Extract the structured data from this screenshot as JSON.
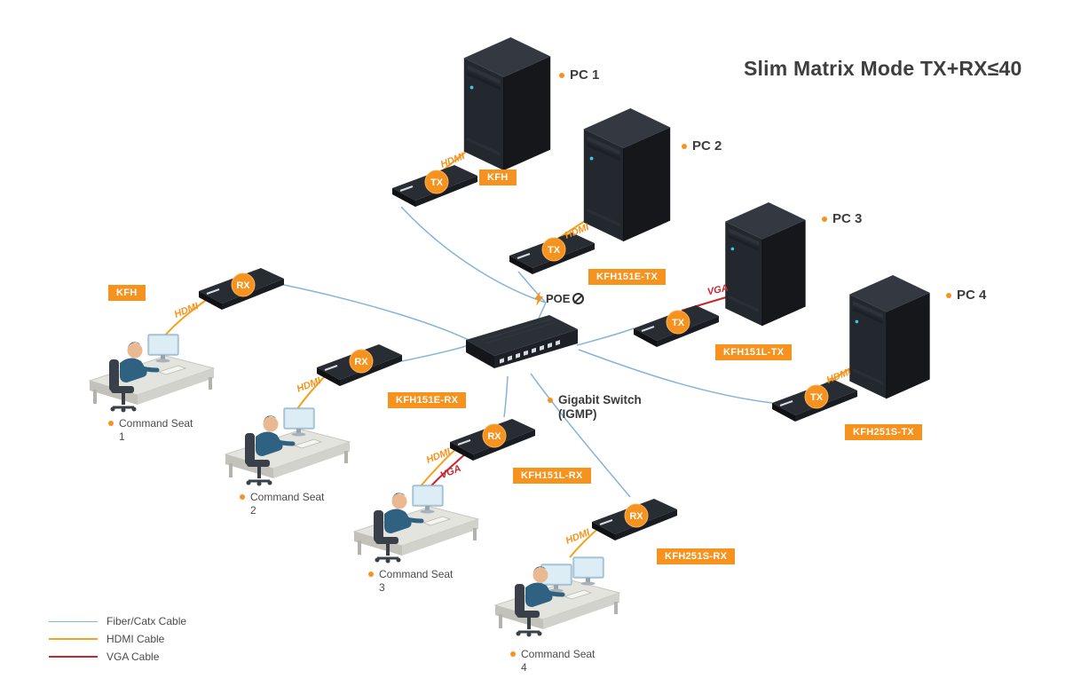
{
  "title": "Slim Matrix Mode TX+RX≤40",
  "pcs": [
    {
      "label": "PC 1"
    },
    {
      "label": "PC 2"
    },
    {
      "label": "PC 3"
    },
    {
      "label": "PC 4"
    }
  ],
  "tx_units": [
    {
      "device": "TX",
      "badge": "KFH",
      "cable_label": "HDMI"
    },
    {
      "device": "TX",
      "badge": "KFH151E-TX",
      "cable_label": "HDMI"
    },
    {
      "device": "TX",
      "badge": "KFH151L-TX",
      "cable_label": "VGA"
    },
    {
      "device": "TX",
      "badge": "KFH251S-TX",
      "cable_label": "HDMI"
    }
  ],
  "rx_units": [
    {
      "device": "RX",
      "badge": "KFH",
      "cable_label": "HDMI"
    },
    {
      "device": "RX",
      "badge": "KFH151E-RX",
      "cable_label": "HDMI"
    },
    {
      "device": "RX",
      "badge": "KFH151L-RX",
      "cable_label": "HDMI",
      "cable_label2": "VGA"
    },
    {
      "device": "RX",
      "badge": "KFH251S-RX",
      "cable_label": "HDMI"
    }
  ],
  "switch": {
    "label": "Gigabit Switch",
    "sublabel": "(IGMP)",
    "poe_label": "POE"
  },
  "seats": [
    {
      "label": "Command Seat",
      "number": "1"
    },
    {
      "label": "Command Seat",
      "number": "2"
    },
    {
      "label": "Command Seat",
      "number": "3"
    },
    {
      "label": "Command Seat",
      "number": "4"
    }
  ],
  "legend": [
    {
      "label": "Fiber/Catx Cable",
      "color": "#85b3da"
    },
    {
      "label": "HDMI Cable",
      "color": "#f2a21b"
    },
    {
      "label": "VGA Cable",
      "color": "#c9252c"
    }
  ],
  "colors": {
    "accent_orange": "#f6921e",
    "vga_red": "#c9252c",
    "fiber_blue": "#85b3da",
    "device_dark": "#23262c"
  }
}
